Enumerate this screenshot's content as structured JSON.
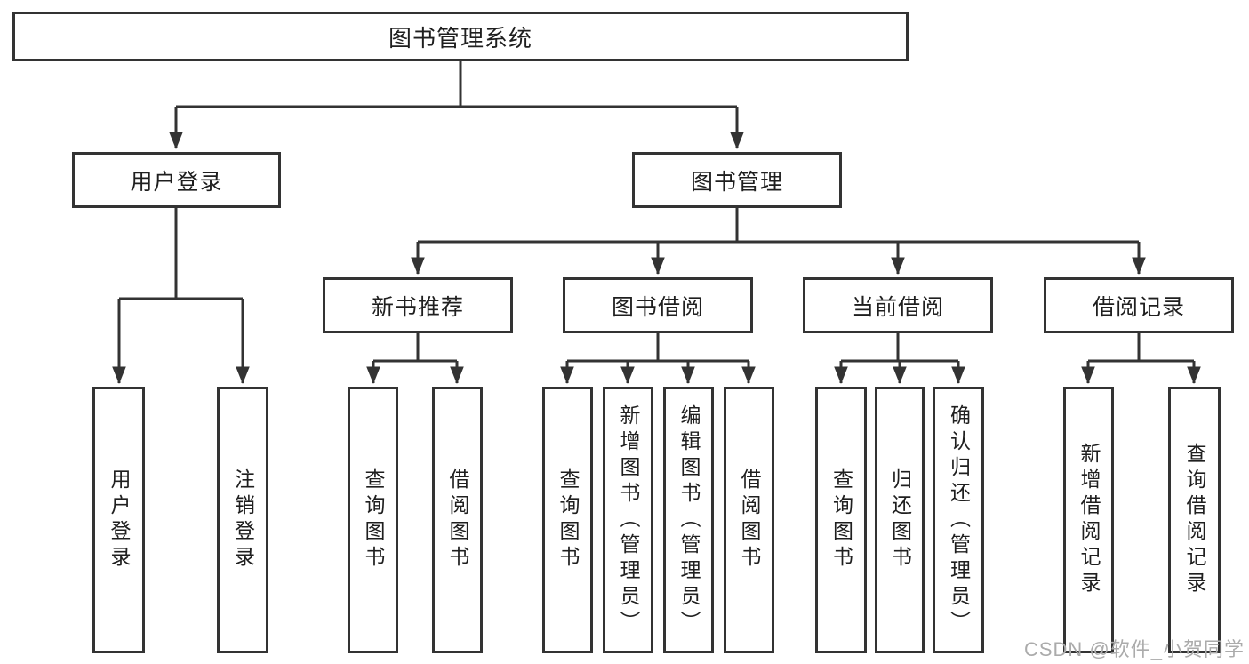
{
  "tree": {
    "root": {
      "label": "图书管理系统"
    },
    "branches": [
      {
        "label": "用户登录",
        "children": [
          {
            "label": "用户登录"
          },
          {
            "label": "注销登录"
          }
        ]
      },
      {
        "label": "图书管理",
        "children": [
          {
            "label": "新书推荐",
            "children": [
              {
                "label": "查询图书"
              },
              {
                "label": "借阅图书"
              }
            ]
          },
          {
            "label": "图书借阅",
            "children": [
              {
                "label": "查询图书"
              },
              {
                "label": "新增图书（管理员）"
              },
              {
                "label": "编辑图书（管理员）"
              },
              {
                "label": "借阅图书"
              }
            ]
          },
          {
            "label": "当前借阅",
            "children": [
              {
                "label": "查询图书"
              },
              {
                "label": "归还图书"
              },
              {
                "label": "确认归还（管理员）"
              }
            ]
          },
          {
            "label": "借阅记录",
            "children": [
              {
                "label": "新增借阅记录"
              },
              {
                "label": "查询借阅记录"
              }
            ]
          }
        ]
      }
    ]
  },
  "watermark": "CSDN @软件_小贺同学",
  "colors": {
    "line": "#333333",
    "text": "#1f1f1f",
    "background": "#ffffff",
    "watermark": "#ababab"
  }
}
